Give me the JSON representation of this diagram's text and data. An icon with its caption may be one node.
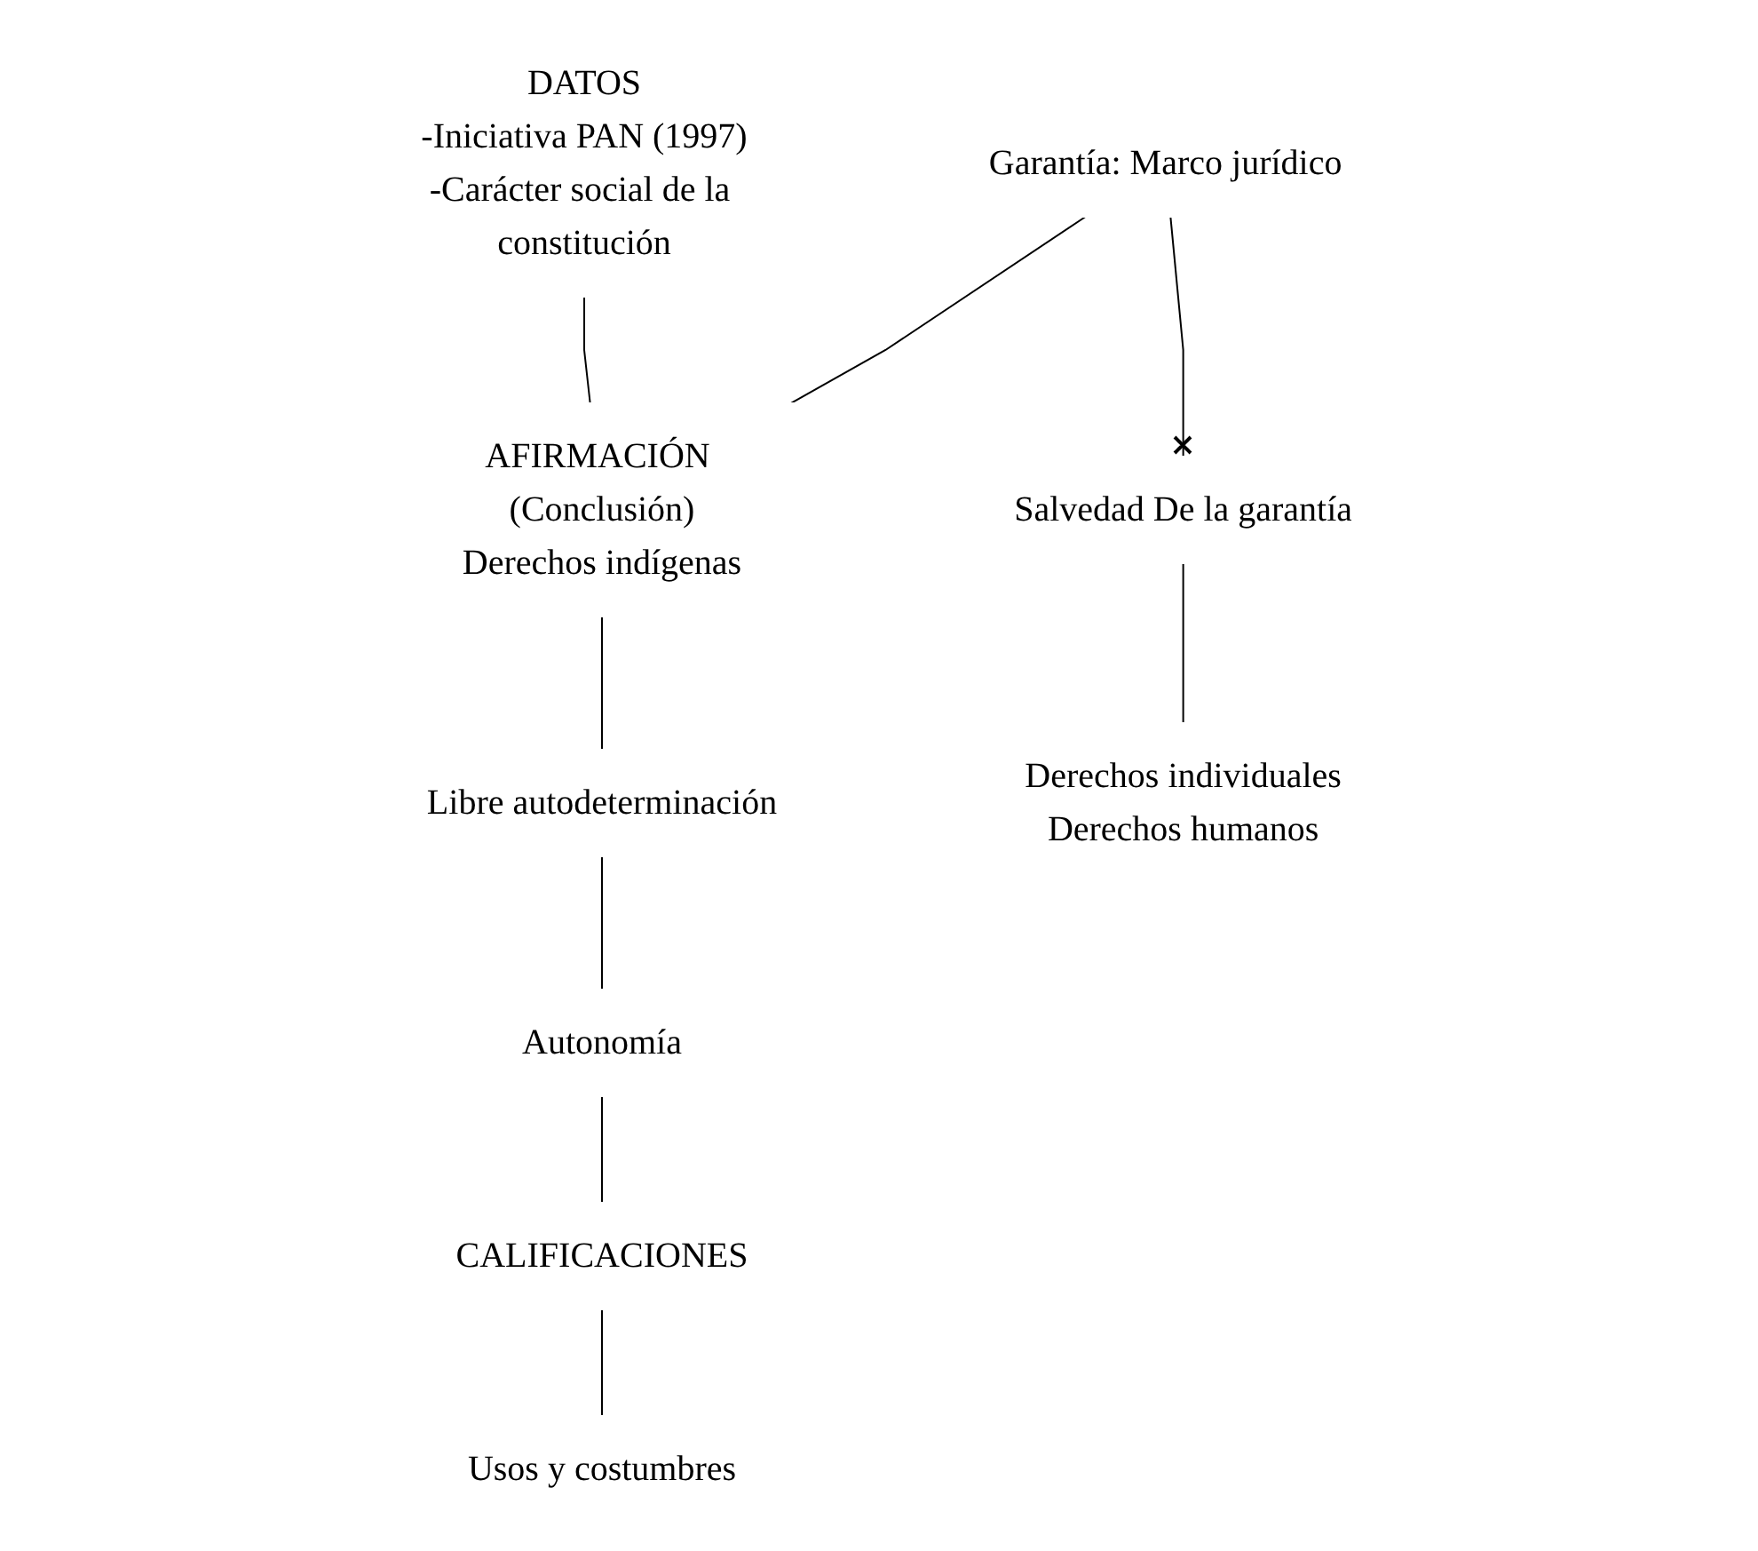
{
  "diagram": {
    "nodes": [
      {
        "text": [
          "DATOS",
          "-Iniciativa PAN (1997)",
          "-Carácter social de la constitución"
        ]
      },
      {
        "text": [
          "AFIRMACIÓN (Conclusión)",
          "Derechos indígenas"
        ]
      },
      {
        "text": [
          "Libre autodeterminación"
        ]
      },
      {
        "text": [
          "Garantía: Marco jurídico"
        ]
      },
      {
        "text": [
          "Salvedad De la garantía"
        ]
      },
      {
        "text": [
          "Autonomía"
        ]
      },
      {
        "text": [
          "Derechos individuales",
          "Derechos humanos"
        ]
      },
      {
        "text": [
          "CALIFICACIONES"
        ]
      },
      {
        "text": [
          "Usos y costumbres"
        ]
      }
    ],
    "edges": [
      {
        "from": 0,
        "to": 1,
        "arrow": "none"
      },
      {
        "from": 3,
        "to": 1,
        "arrow": "none"
      },
      {
        "from": 1,
        "to": 2,
        "arrow": "none"
      },
      {
        "from": 3,
        "to": 4,
        "arrow": "other"
      },
      {
        "from": 2,
        "to": 5,
        "arrow": "none"
      },
      {
        "from": 4,
        "to": 6,
        "arrow": "none"
      },
      {
        "from": 5,
        "to": 7,
        "arrow": "none"
      },
      {
        "from": 7,
        "to": 8,
        "arrow": "none"
      }
    ]
  }
}
